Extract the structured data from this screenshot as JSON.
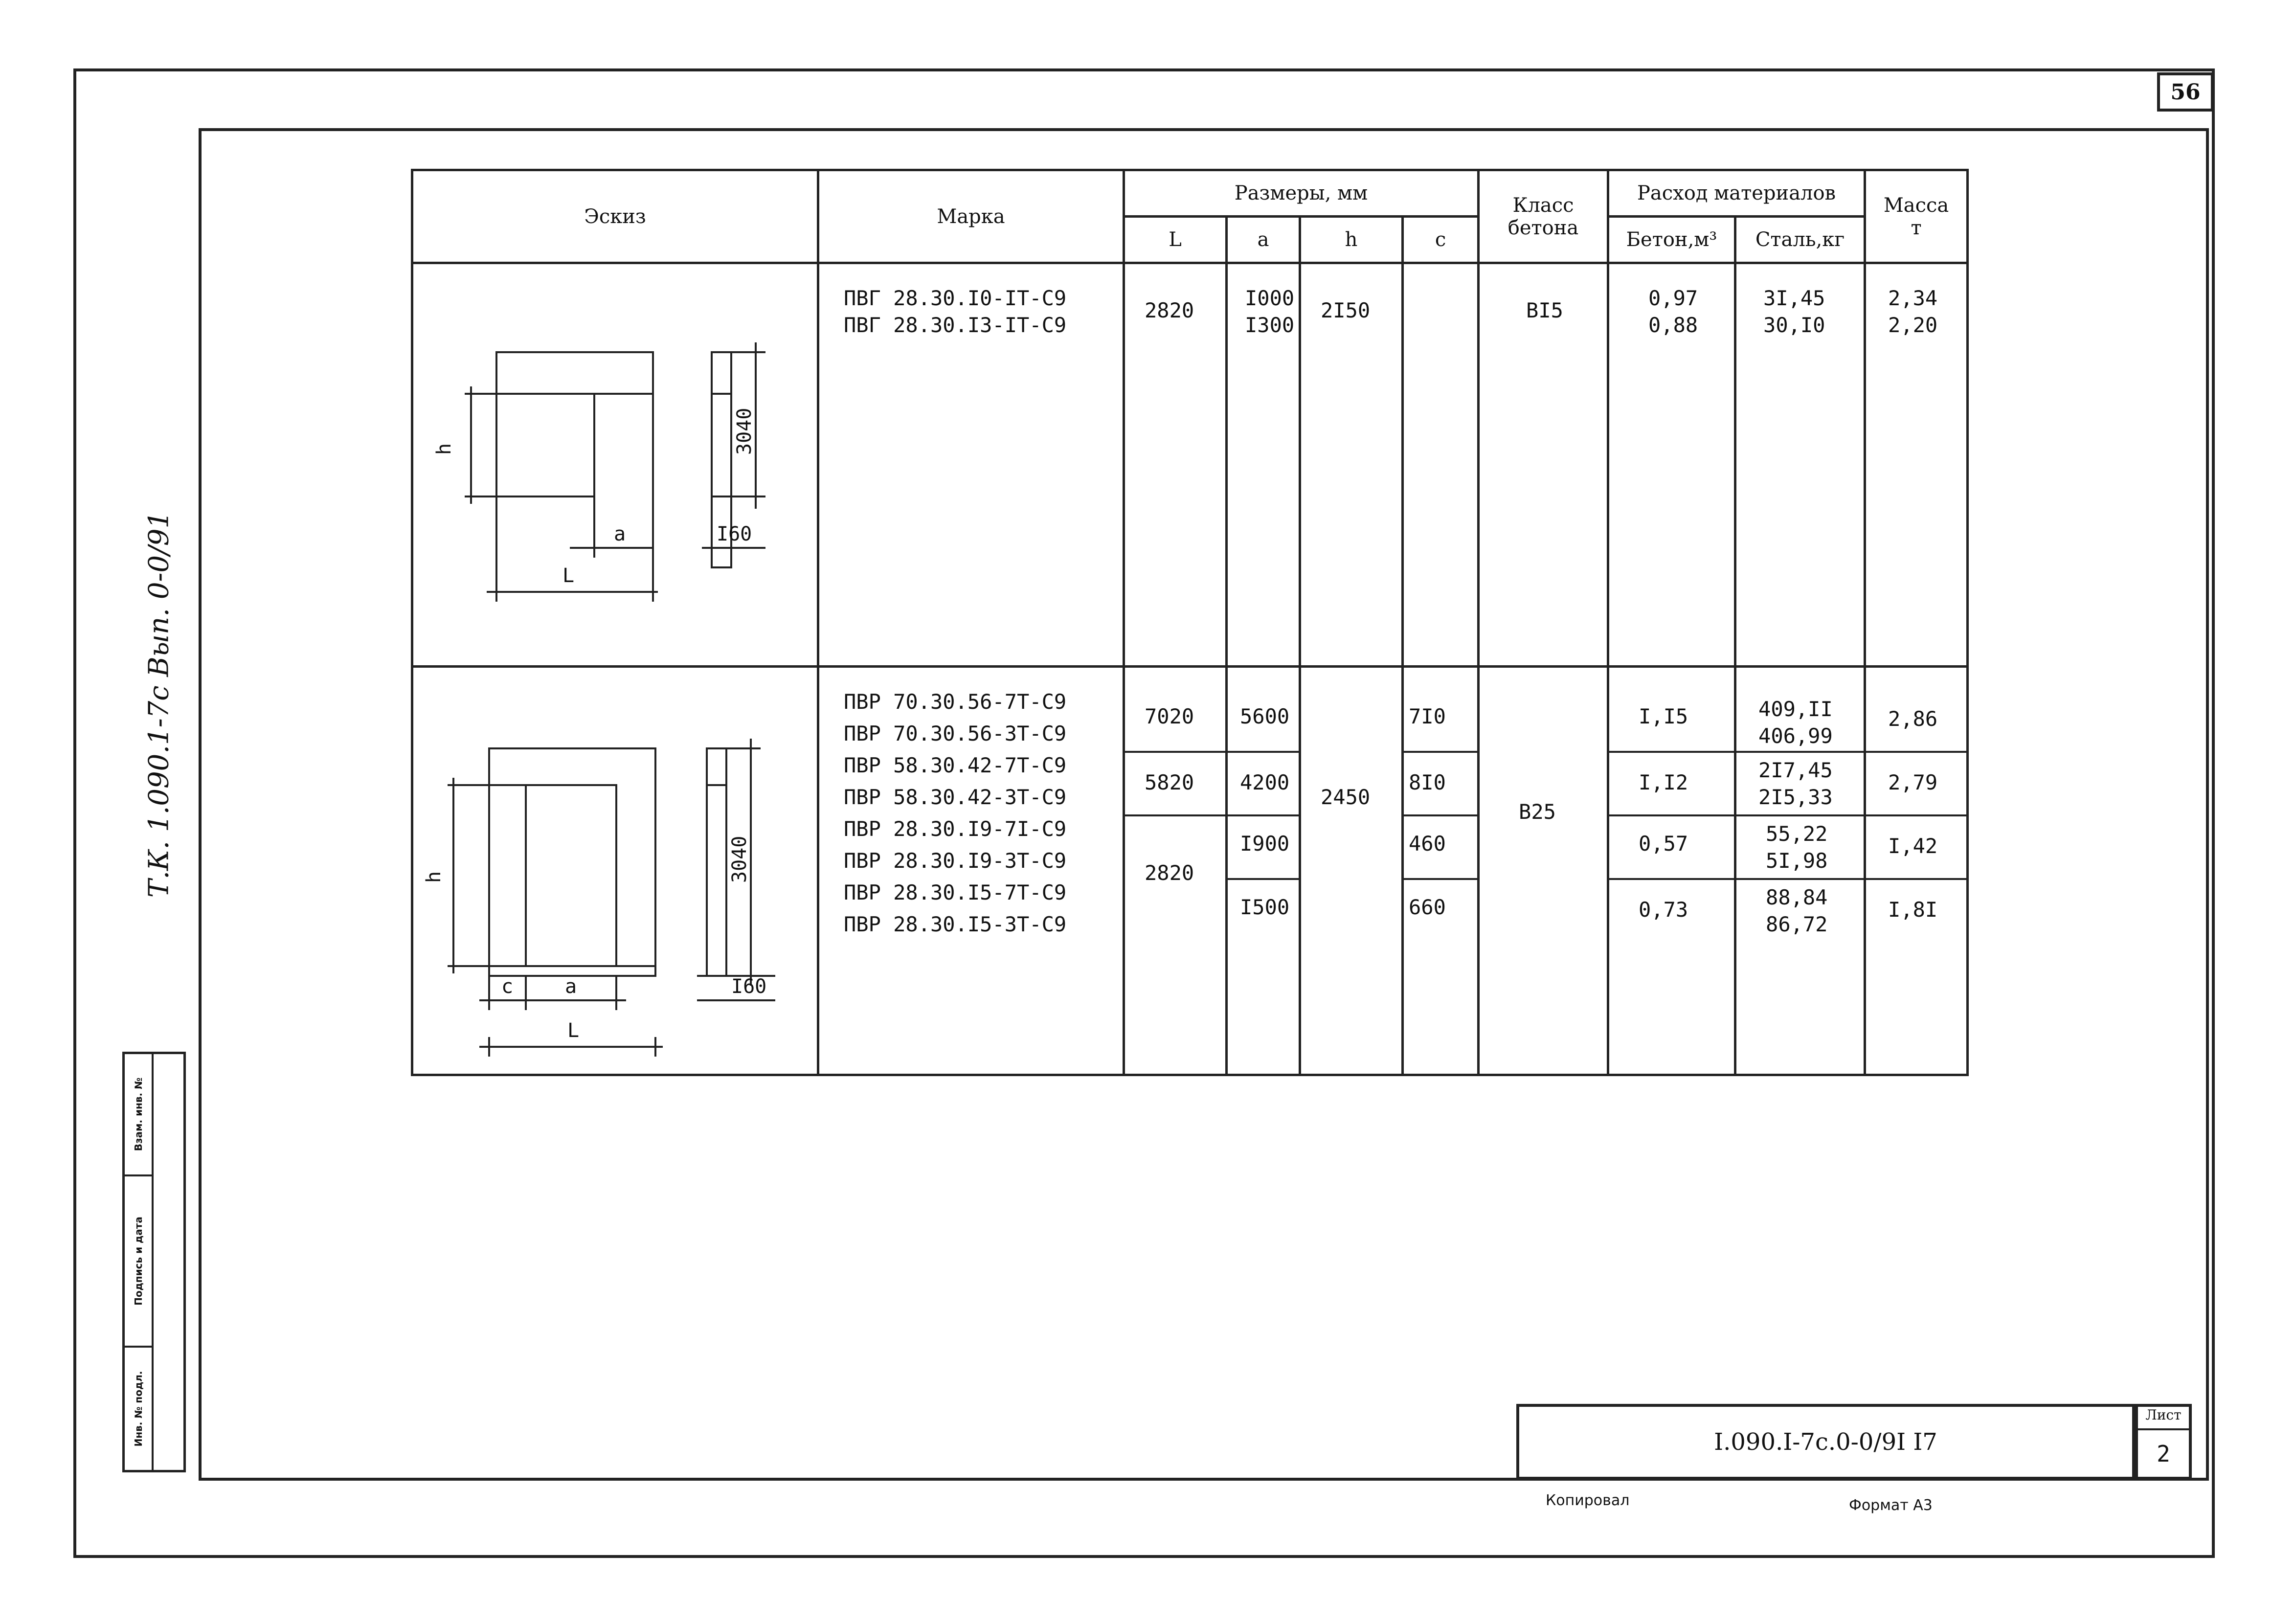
{
  "sheet_number": "56",
  "side_code": "Т.К. 1.090.1-7с Вып. 0-0/91",
  "stamp": {
    "inv_podl": "Инв. № подл.",
    "podpis": "Подпись и дата",
    "vzam": "Взам. инв. №"
  },
  "table": {
    "headers": {
      "sketch": "Эскиз",
      "mark": "Марка",
      "dims": "Размеры, мм",
      "L": "L",
      "a": "a",
      "h": "h",
      "c": "c",
      "concrete_class_1": "Класс",
      "concrete_class_2": "бетона",
      "materials": "Расход материалов",
      "concrete": "Бетон,м³",
      "steel": "Сталь,кг",
      "mass_1": "Масса",
      "mass_2": "т"
    },
    "group1": {
      "marks": [
        "ПВГ 28.30.I0-IT-C9",
        "ПВГ 28.30.I3-IT-C9"
      ],
      "L": "2820",
      "a": [
        "I000",
        "I300"
      ],
      "h": "2I50",
      "c": "",
      "class": "BI5",
      "concrete": [
        "0,97",
        "0,88"
      ],
      "steel": [
        "3I,45",
        "30,I0"
      ],
      "mass": [
        "2,34",
        "2,20"
      ],
      "sketch_labels": {
        "h": "h",
        "a": "a",
        "L": "L",
        "height": "3040",
        "thick": "I60"
      }
    },
    "group2": {
      "marks": [
        "ПВР 70.30.56-7T-C9",
        "ПВР 70.30.56-3T-C9",
        "ПВР 58.30.42-7T-C9",
        "ПВР 58.30.42-3T-C9",
        "ПВР 28.30.I9-7I-C9",
        "ПВР 28.30.I9-3T-C9",
        "ПВР 28.30.I5-7T-C9",
        "ПВР 28.30.I5-3T-C9"
      ],
      "L": [
        "7020",
        "5820",
        "2820"
      ],
      "a": [
        "5600",
        "4200",
        "I900",
        "I500"
      ],
      "h": "2450",
      "c": [
        "7I0",
        "8I0",
        "460",
        "660"
      ],
      "class": "B25",
      "concrete": [
        "I,I5",
        "I,I2",
        "0,57",
        "0,73"
      ],
      "steel": [
        "409,II",
        "406,99",
        "2I7,45",
        "2I5,33",
        "55,22",
        "5I,98",
        "88,84",
        "86,72"
      ],
      "mass": [
        "2,86",
        "2,79",
        "I,42",
        "I,8I"
      ],
      "sketch_labels": {
        "h": "h",
        "c": "c",
        "a": "a",
        "L": "L",
        "height": "3040",
        "thick": "I60"
      }
    }
  },
  "title_block": {
    "code": "I.090.I-7c.0-0/9I I7",
    "list_label": "Лист",
    "list_num": "2"
  },
  "footer": {
    "copied": "Копировал",
    "format": "Формат А3"
  }
}
